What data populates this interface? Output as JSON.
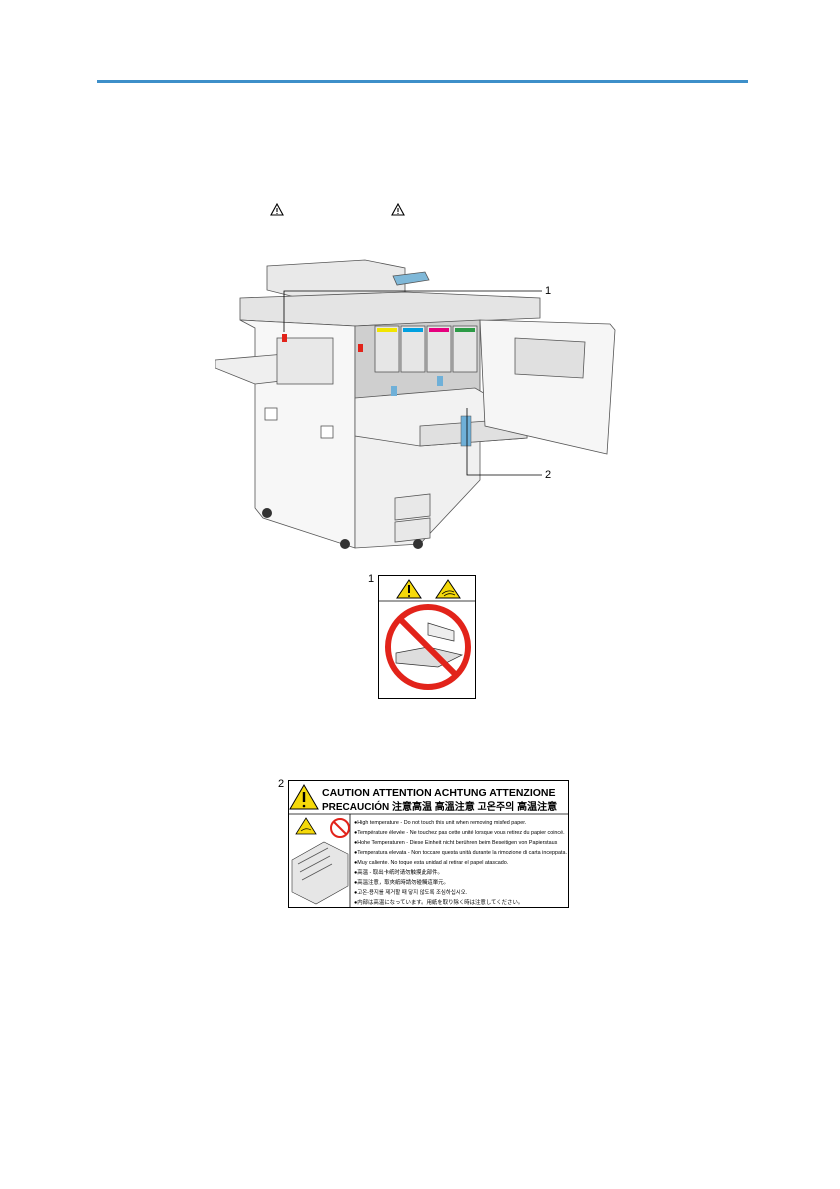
{
  "figure": {
    "callouts": [
      "1",
      "2"
    ]
  },
  "label1": {
    "number": "1",
    "icons": [
      "warning-triangle-icon",
      "hot-surface-icon",
      "no-entry-icon"
    ]
  },
  "label2": {
    "number": "2",
    "header_line1": "CAUTION  ATTENTION  ACHTUNG  ATTENZIONE",
    "header_line2": "PRECAUCIÓN  注意高温  高溫注意  고온주의  高温注意",
    "lines": [
      "●High temperature - Do not touch this unit when removing misfed paper.",
      "●Température élevée - Ne touchez pas cette unité lorsque vous retirez du papier coincé.",
      "●Hohe Temperaturen - Diese Einheit nicht berühren beim Beseitigen von Papierstaus",
      "●Temperatura elevata - Non toccare questa unità durante la rimozione di carta inceppata.",
      "●Muy caliente. No toque esta unidad al retirar el papel atascado.",
      "●高温 - 取出卡纸时请勿触摸此部件。",
      "●高溫注意，取夾紙時請勿碰觸這單元。",
      "●고온-용지를 제거할 때 닿지 않도록 조심하십시오.",
      "●内部は高温になっています。用紙を取り除く時は注意してください。"
    ]
  },
  "colors": {
    "rule": "#3d8fc9",
    "warning_yellow": "#f5d90a",
    "prohibition_red": "#e2231a",
    "toner_yellow": "#f2e500",
    "toner_cyan": "#00a0e0",
    "toner_magenta": "#e6007e",
    "toner_black": "#2c9b46"
  }
}
